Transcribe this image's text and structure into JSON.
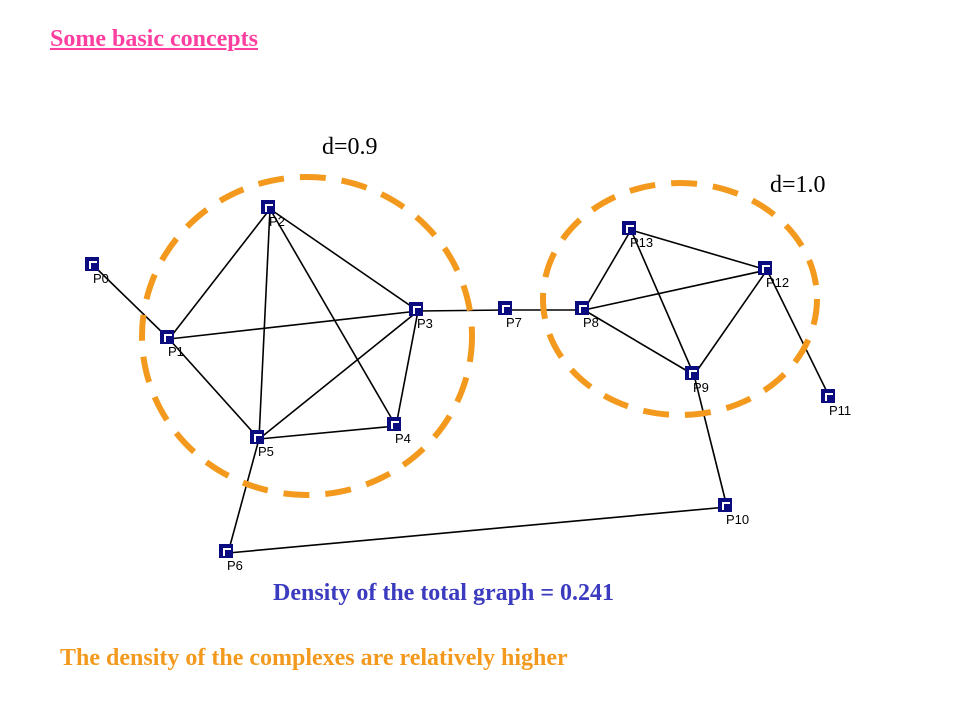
{
  "title": "Some basic concepts",
  "complex_labels": {
    "left": "d=0.9",
    "right": "d=1.0"
  },
  "density_text": "Density of the total graph = 0.241",
  "caption": "The density of the complexes are relatively higher",
  "colors": {
    "title": "#ff3fa0",
    "density": "#3b3bbf",
    "caption": "#f39a1e",
    "circle": "#f39a1e",
    "node": "#0b0b80",
    "edge": "#000000"
  },
  "graph": {
    "nodes": [
      "P0",
      "P1",
      "P2",
      "P3",
      "P4",
      "P5",
      "P6",
      "P7",
      "P8",
      "P9",
      "P10",
      "P11",
      "P12",
      "P13"
    ],
    "edges": [
      [
        "P0",
        "P1"
      ],
      [
        "P1",
        "P2"
      ],
      [
        "P1",
        "P3"
      ],
      [
        "P1",
        "P5"
      ],
      [
        "P2",
        "P3"
      ],
      [
        "P2",
        "P4"
      ],
      [
        "P2",
        "P5"
      ],
      [
        "P3",
        "P4"
      ],
      [
        "P3",
        "P5"
      ],
      [
        "P3",
        "P7"
      ],
      [
        "P4",
        "P5"
      ],
      [
        "P5",
        "P6"
      ],
      [
        "P6",
        "P10"
      ],
      [
        "P7",
        "P8"
      ],
      [
        "P8",
        "P13"
      ],
      [
        "P8",
        "P12"
      ],
      [
        "P8",
        "P9"
      ],
      [
        "P13",
        "P12"
      ],
      [
        "P13",
        "P9"
      ],
      [
        "P12",
        "P9"
      ],
      [
        "P12",
        "P11"
      ],
      [
        "P9",
        "P10"
      ]
    ],
    "complexes": [
      {
        "label": "d=0.9",
        "members": [
          "P1",
          "P2",
          "P3",
          "P4",
          "P5"
        ]
      },
      {
        "label": "d=1.0",
        "members": [
          "P8",
          "P9",
          "P12",
          "P13"
        ]
      }
    ]
  }
}
